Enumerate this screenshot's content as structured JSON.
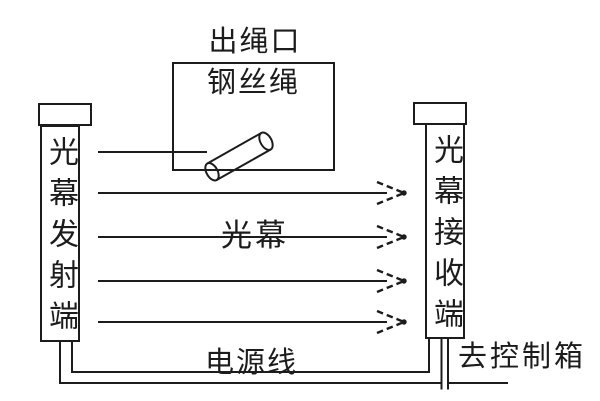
{
  "diagram": {
    "rope_exit_label": "出绳口",
    "wire_rope_label": "钢丝绳",
    "emitter_label": "光幕发射端",
    "receiver_label": "光幕接收端",
    "light_curtain_label": "光幕",
    "power_cable_label": "电源线",
    "to_control_box_label": "去控制箱"
  },
  "colors": {
    "stroke": "#1c1c1c",
    "background": "#ffffff"
  }
}
